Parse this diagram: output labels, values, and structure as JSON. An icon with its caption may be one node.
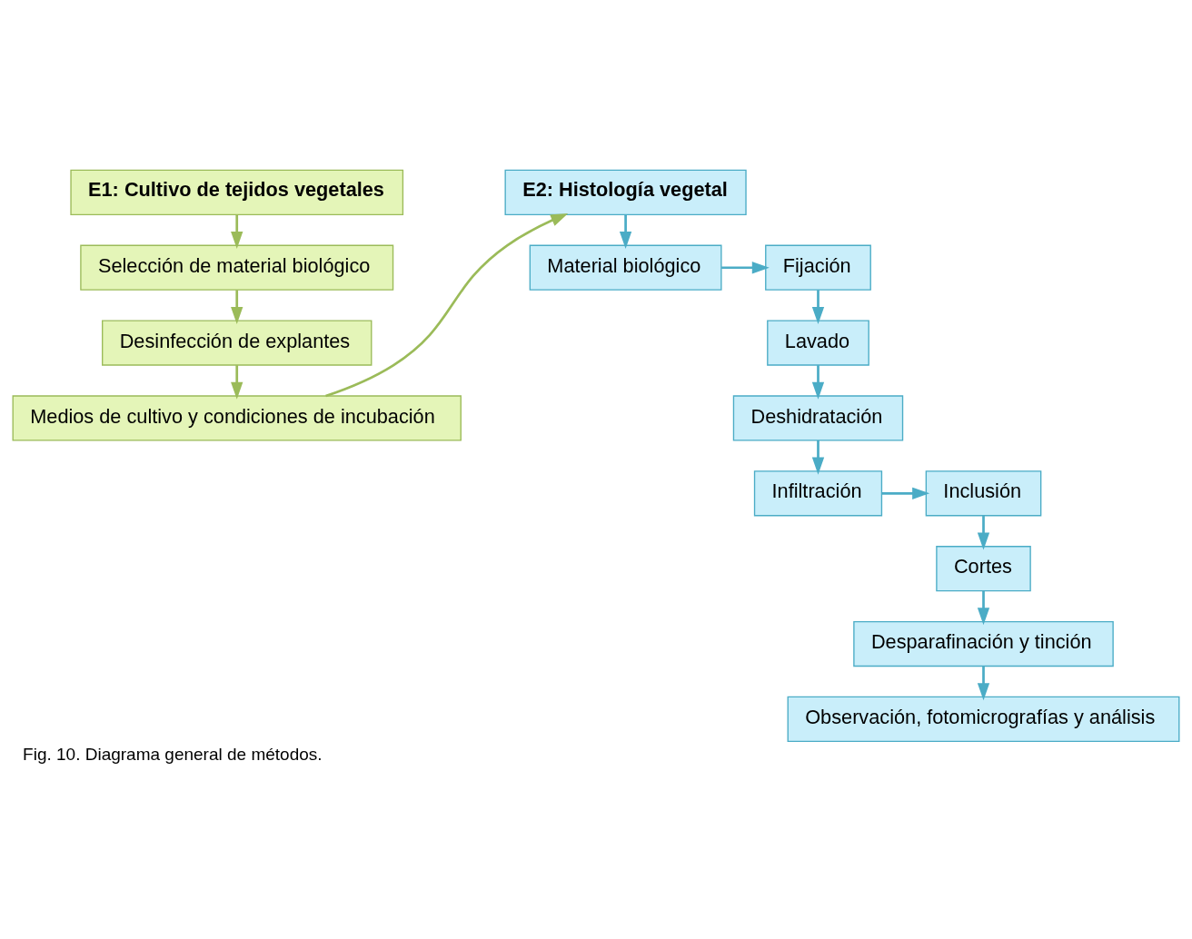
{
  "diagram": {
    "caption": "Fig. 10. Diagrama general de métodos.",
    "nodes": [
      {
        "text": [
          "E1: Cultivo de tejidos vegetales"
        ]
      },
      {
        "text": [
          "Selección de material biológico"
        ]
      },
      {
        "text": [
          "Desinfección de explantes"
        ]
      },
      {
        "text": [
          "Medios de cultivo y condiciones de incubación"
        ]
      },
      {
        "text": [
          "E2: Histología vegetal"
        ]
      },
      {
        "text": [
          "Material biológico"
        ]
      },
      {
        "text": [
          "Fijación"
        ]
      },
      {
        "text": [
          "Lavado"
        ]
      },
      {
        "text": [
          "Deshidratación"
        ]
      },
      {
        "text": [
          "Infiltración"
        ]
      },
      {
        "text": [
          "Inclusión"
        ]
      },
      {
        "text": [
          "Cortes"
        ]
      },
      {
        "text": [
          "Desparafinación y tinción"
        ]
      },
      {
        "text": [
          "Observación, fotomicrografías y análisis"
        ]
      }
    ],
    "edges": [
      {
        "from": 0,
        "to": 1,
        "arrow": "to",
        "color": "#9bbb59"
      },
      {
        "from": 1,
        "to": 2,
        "arrow": "to",
        "color": "#9bbb59"
      },
      {
        "from": 2,
        "to": 3,
        "arrow": "to",
        "color": "#9bbb59"
      },
      {
        "from": 3,
        "to": 4,
        "arrow": "to",
        "color": "#9bbb59"
      },
      {
        "from": 4,
        "to": 5,
        "arrow": "to"
      },
      {
        "from": 5,
        "to": 6,
        "arrow": "to"
      },
      {
        "from": 6,
        "to": 7,
        "arrow": "to"
      },
      {
        "from": 7,
        "to": 8,
        "arrow": "to"
      },
      {
        "from": 8,
        "to": 9,
        "arrow": "to"
      },
      {
        "from": 9,
        "to": 10,
        "arrow": "to"
      },
      {
        "from": 10,
        "to": 11,
        "arrow": "to"
      },
      {
        "from": 11,
        "to": 12,
        "arrow": "to"
      },
      {
        "from": 12,
        "to": 13,
        "arrow": "to"
      }
    ]
  }
}
